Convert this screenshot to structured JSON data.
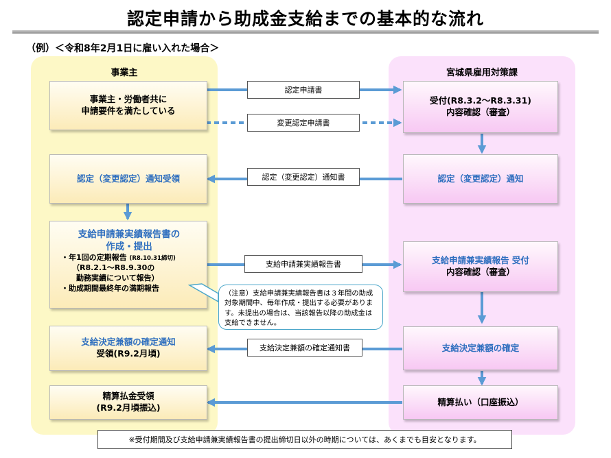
{
  "title": "認定申請から助成金支給までの基本的な流れ",
  "example": "（例）＜令和8年2月1日に雇い入れた場合＞",
  "columns": {
    "left": "事業主",
    "right": "宮城県雇用対策課"
  },
  "left_boxes": {
    "requirements": [
      "事業主・労働者共に",
      "申請要件を満たしている"
    ],
    "notice_received": "認定（変更認定）通知受領",
    "report": {
      "title_lines": [
        "支給申請兼実績報告書の",
        "作成・提出"
      ],
      "item1": "・年1回の定期報告",
      "item1_small": "(R8.10.31締切)",
      "item1_detail": [
        "（R8.2.1～R8.9.30の",
        "勤務実績について報告）"
      ],
      "item2": "・助成期間最終年の満期報告"
    },
    "decision_received": {
      "title": "支給決定兼額の確定通知",
      "sub": "受領(R9.2月頃)"
    },
    "payment_received": [
      "精算払金受領",
      "(R9.2月頃振込)"
    ]
  },
  "right_boxes": {
    "acceptance": [
      "受付(R8.3.2～R8.3.31)",
      "内容確認（審査）"
    ],
    "notice": "認定（変更認定）通知",
    "report_acceptance": {
      "title": "支給申請兼実績報告 受付",
      "sub": "内容確認（審査）"
    },
    "decision": "支給決定兼額の確定",
    "payment": "精算払い（口座振込）"
  },
  "connectors": {
    "application": "認定申請書",
    "change_application": "変更認定申請書",
    "notice_doc": "認定（変更認定）通知書",
    "report_doc": "支給申請兼実績報告書",
    "decision_doc": "支給決定兼額の確定通知書"
  },
  "note": "（注意）支給申請兼実績報告書は３年間の助成対象期間中、毎年作成・提出する必要があります。未提出の場合は、当該報告以降の助成金は支給できません。",
  "footnote": "※受付期間及び支給申請兼実績報告書の提出締切日以外の時期については、あくまでも目安となります。",
  "colors": {
    "arrow": "#5b9bd5",
    "accent_text": "#2f6fbf",
    "employer_column": "#fdf8c6",
    "office_column": "#fbe1fb",
    "note_border": "#4aa6c9"
  }
}
